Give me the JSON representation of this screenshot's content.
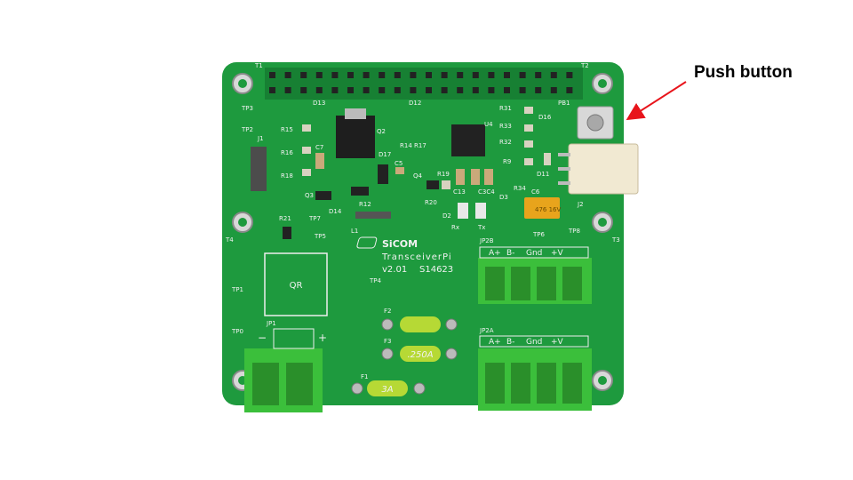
{
  "annotation": {
    "label": "Push button",
    "arrow_color": "#e8141b"
  },
  "board": {
    "color": "#1e9a3e",
    "brand": "SiCOM",
    "product": "TransceiverPi",
    "version": "v2.01",
    "serial": "S14623",
    "qr_label": "QR",
    "labels": {
      "t1": "T1",
      "t2": "T2",
      "t3": "T3",
      "t4": "T4",
      "tp0": "TP0",
      "tp1": "TP1",
      "tp2": "TP2",
      "tp3": "TP3",
      "tp4": "TP4",
      "tp5": "TP5",
      "tp6": "TP6",
      "tp7": "TP7",
      "tp8": "TP8",
      "pb1": "PB1",
      "j1": "J1",
      "j2": "J2",
      "jp1": "JP1",
      "jp2a": "JP2A",
      "jp2b": "JP2B",
      "u4": "U4",
      "q2": "Q2",
      "q3": "Q3",
      "q4": "Q4",
      "d12": "D12",
      "d13": "D13",
      "d14": "D14",
      "d16": "D16",
      "d17": "D17",
      "d11": "D11",
      "c6": "C6",
      "c7": "C7",
      "c5": "C5",
      "r12": "R12",
      "r14": "R14",
      "r17": "R17",
      "r15": "R15",
      "r16": "R16",
      "r18": "R18",
      "r19": "R19",
      "r20": "R20",
      "r21": "R21",
      "r31": "R31",
      "r33": "R33",
      "r32": "R32",
      "r9": "R9",
      "r34": "R34",
      "c13": "C13",
      "c3c4": "C3C4",
      "d2": "D2",
      "d3": "D3",
      "rx": "Rx",
      "tx": "Tx",
      "l1": "L1",
      "f1": "F1",
      "f2": "F2",
      "f3": "F3",
      "minus": "−",
      "plus": "+"
    },
    "terminal_pins": [
      "A+",
      "B-",
      "Gnd",
      "+V"
    ],
    "fuses": {
      "f1": "3A",
      "f2": "",
      "f3": ".250A"
    },
    "cap_c6_text": "476\n16V"
  }
}
